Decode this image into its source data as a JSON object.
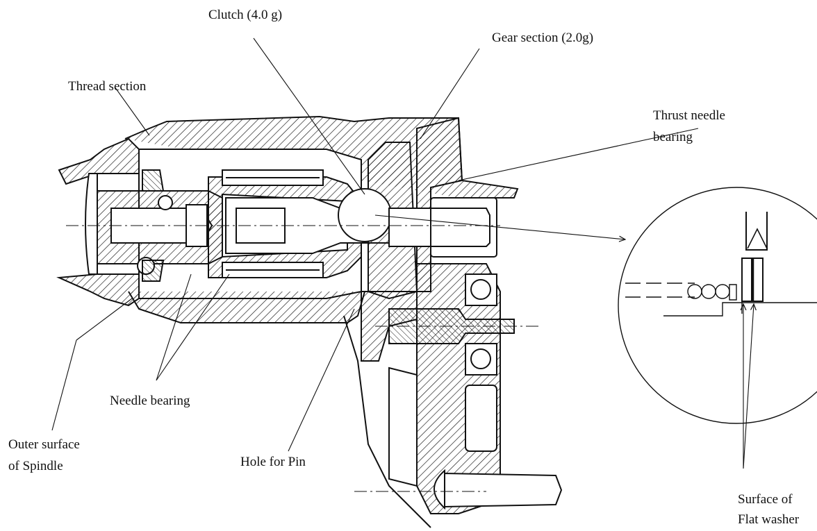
{
  "labels": {
    "clutch": "Clutch (4.0 g)",
    "gear_section": "Gear section (2.0g)",
    "thread_section": "Thread section",
    "thrust_needle_bearing_1": "Thrust needle",
    "thrust_needle_bearing_2": "bearing",
    "needle_bearing": "Needle bearing",
    "outer_surface_1": "Outer surface",
    "outer_surface_2": "of Spindle",
    "hole_for_pin": "Hole for Pin",
    "flat_washer_1": "Surface of",
    "flat_washer_2": "Flat washer"
  },
  "colors": {
    "line": "#111111",
    "background": "#ffffff"
  }
}
